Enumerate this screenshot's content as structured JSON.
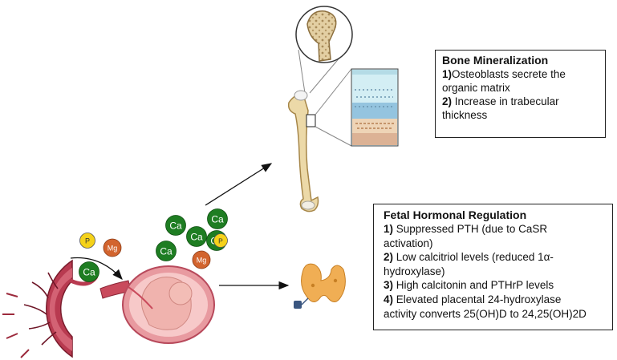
{
  "bone_box": {
    "title": "Bone Mineralization",
    "items": [
      {
        "num": "1)",
        "text": "Osteoblasts secrete the",
        "cont": "organic matrix"
      },
      {
        "num": "2)",
        "text": " Increase in trabecular",
        "cont": "thickness"
      }
    ]
  },
  "fetal_box": {
    "title": "Fetal Hormonal Regulation",
    "items": [
      {
        "num": "1)",
        "text": " Suppressed PTH (due to CaSR",
        "cont": "activation)"
      },
      {
        "num": "2)",
        "text": " Low calcitriol levels (reduced 1α-",
        "cont": "hydroxylase)"
      },
      {
        "num": "3)",
        "text": " High calcitonin and PTHrP levels",
        "cont": ""
      },
      {
        "num": "4)",
        "text": " Elevated placental 24-hydroxylase",
        "cont": "activity converts 25(OH)D to 24,25(OH)2D"
      }
    ]
  },
  "ions_left": [
    {
      "symbol": "P",
      "color": "#f5d21a",
      "text_color": "#333333"
    },
    {
      "symbol": "Mg",
      "color": "#d2642e",
      "text_color": "#ffffff"
    },
    {
      "symbol": "Ca",
      "color": "#1e7d22",
      "text_color": "#ffffff"
    }
  ],
  "ions_right": [
    {
      "symbol": "Ca",
      "color": "#1e7d22",
      "text_color": "#ffffff"
    },
    {
      "symbol": "Ca",
      "color": "#1e7d22",
      "text_color": "#ffffff"
    },
    {
      "symbol": "Ca",
      "color": "#1e7d22",
      "text_color": "#ffffff"
    },
    {
      "symbol": "Ca",
      "color": "#1e7d22",
      "text_color": "#ffffff"
    },
    {
      "symbol": "Ca",
      "color": "#1e7d22",
      "text_color": "#ffffff"
    },
    {
      "symbol": "P",
      "color": "#f5d21a",
      "text_color": "#333333"
    },
    {
      "symbol": "Mg",
      "color": "#d2642e",
      "text_color": "#ffffff"
    }
  ]
}
